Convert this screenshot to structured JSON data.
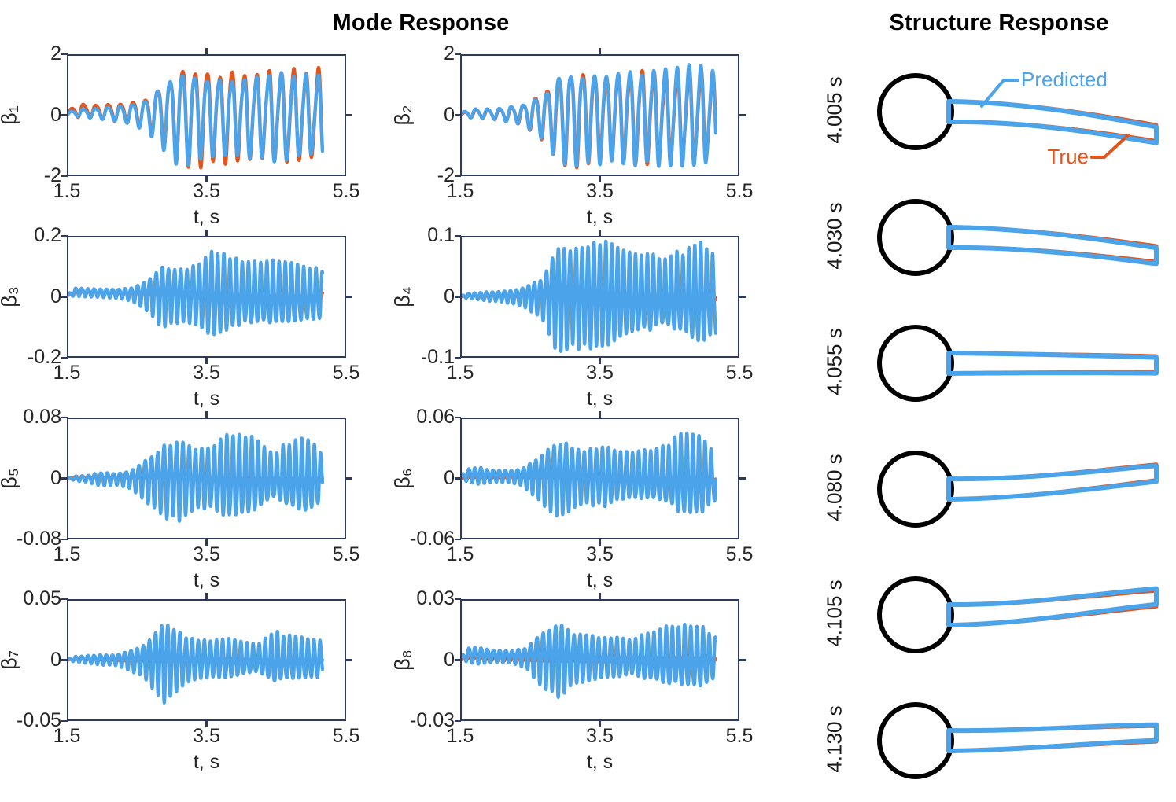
{
  "titles": {
    "mode": "Mode Response",
    "structure": "Structure Response"
  },
  "colors": {
    "predicted": "#4ba3ea",
    "true": "#e2551d",
    "axis": "#2b3a5e",
    "cylinder": "#000000",
    "text": "#262626"
  },
  "legend": {
    "predicted_label": "Predicted",
    "true_label": "True"
  },
  "chart_data": [
    {
      "type": "line",
      "name": "beta1",
      "title": "",
      "ylabel": "β₁",
      "xlabel": "t, s",
      "xlim": [
        1.5,
        5.5
      ],
      "ylim": [
        -2,
        2
      ],
      "xticks": [
        1.5,
        3.5,
        5.5
      ],
      "xticklabels": [
        "1.5",
        "3.5",
        "5.5"
      ],
      "yticks": [
        -2,
        0,
        2
      ],
      "yticklabels": [
        "-2",
        "0",
        "2"
      ],
      "grid": false,
      "legend": "none",
      "data_x_end": 5.18,
      "series": [
        {
          "name": "True",
          "color": "#e2551d",
          "amp_env": [
            0.22,
            0.2,
            0.22,
            0.26,
            0.34,
            0.52,
            1.1,
            1.55,
            1.5,
            1.44,
            1.4,
            1.4,
            1.42,
            1.44,
            1.44,
            1.42,
            1.42
          ],
          "offset": 0.18,
          "freq": 5.6,
          "phase": 0.0
        },
        {
          "name": "Predicted",
          "color": "#4ba3ea",
          "amp_env": [
            0.14,
            0.14,
            0.18,
            0.24,
            0.32,
            0.5,
            1.05,
            1.48,
            1.42,
            1.34,
            1.32,
            1.32,
            1.34,
            1.36,
            1.36,
            1.34,
            1.32
          ],
          "offset": 0.1,
          "freq": 5.6,
          "phase": 0.12
        }
      ]
    },
    {
      "type": "line",
      "name": "beta2",
      "title": "",
      "ylabel": "β₂",
      "xlabel": "t, s",
      "xlim": [
        1.5,
        5.5
      ],
      "ylim": [
        -2,
        2
      ],
      "xticks": [
        1.5,
        3.5,
        5.5
      ],
      "xticklabels": [
        "1.5",
        "3.5",
        "5.5"
      ],
      "yticks": [
        -2,
        0,
        2
      ],
      "yticklabels": [
        "-2",
        "0",
        "2"
      ],
      "grid": false,
      "legend": "none",
      "data_x_end": 5.18,
      "series": [
        {
          "name": "True",
          "color": "#e2551d",
          "amp_env": [
            0.12,
            0.12,
            0.16,
            0.22,
            0.34,
            0.7,
            1.35,
            1.6,
            1.4,
            1.36,
            1.4,
            1.42,
            1.44,
            1.46,
            1.46,
            1.46,
            1.42
          ],
          "offset": 0.06,
          "freq": 5.85,
          "phase": 0.0
        },
        {
          "name": "Predicted",
          "color": "#4ba3ea",
          "amp_env": [
            0.14,
            0.14,
            0.18,
            0.24,
            0.36,
            0.68,
            1.3,
            1.62,
            1.42,
            1.36,
            1.4,
            1.44,
            1.46,
            1.5,
            1.52,
            1.52,
            1.46
          ],
          "offset": 0.08,
          "freq": 5.85,
          "phase": 0.16
        }
      ]
    },
    {
      "type": "line",
      "name": "beta3",
      "title": "",
      "ylabel": "β₃",
      "xlabel": "t, s",
      "xlim": [
        1.5,
        5.5
      ],
      "ylim": [
        -0.2,
        0.2
      ],
      "xticks": [
        1.5,
        3.5,
        5.5
      ],
      "xticklabels": [
        "1.5",
        "3.5",
        "5.5"
      ],
      "yticks": [
        -0.2,
        0,
        0.2
      ],
      "yticklabels": [
        "-0.2",
        "0",
        "0.2"
      ],
      "grid": false,
      "legend": "none",
      "data_x_end": 5.18,
      "series": [
        {
          "name": "True",
          "color": "#e2551d",
          "amp_env": [
            0.006,
            0.006,
            0.007,
            0.008,
            0.01,
            0.012,
            0.018,
            0.02,
            0.018,
            0.016,
            0.014,
            0.013,
            0.012,
            0.012,
            0.011,
            0.011,
            0.01
          ],
          "offset": 0.016,
          "freq": 11.2,
          "phase": 0.0
        },
        {
          "name": "Predicted",
          "color": "#4ba3ea",
          "amp_env": [
            0.012,
            0.014,
            0.013,
            0.015,
            0.02,
            0.055,
            0.105,
            0.085,
            0.095,
            0.135,
            0.12,
            0.1,
            0.095,
            0.1,
            0.09,
            0.085,
            0.075
          ],
          "offset": 0.018,
          "freq": 11.2,
          "phase": 0.35
        }
      ]
    },
    {
      "type": "line",
      "name": "beta4",
      "title": "",
      "ylabel": "β₄",
      "xlabel": "t, s",
      "xlim": [
        1.5,
        5.5
      ],
      "ylim": [
        -0.1,
        0.1
      ],
      "xticks": [
        1.5,
        3.5,
        5.5
      ],
      "xticklabels": [
        "1.5",
        "3.5",
        "5.5"
      ],
      "yticks": [
        -0.1,
        0,
        0.1
      ],
      "yticklabels": [
        "-0.1",
        "0",
        "0.1"
      ],
      "grid": false,
      "legend": "none",
      "data_x_end": 5.18,
      "series": [
        {
          "name": "True",
          "color": "#e2551d",
          "amp_env": [
            0.002,
            0.003,
            0.004,
            0.004,
            0.005,
            0.006,
            0.008,
            0.01,
            0.01,
            0.009,
            0.008,
            0.008,
            0.007,
            0.007,
            0.007,
            0.006,
            0.006
          ],
          "offset": 0.001,
          "freq": 11.6,
          "phase": 0.0
        },
        {
          "name": "Predicted",
          "color": "#4ba3ea",
          "amp_env": [
            0.004,
            0.006,
            0.008,
            0.01,
            0.016,
            0.03,
            0.086,
            0.078,
            0.082,
            0.09,
            0.07,
            0.06,
            0.062,
            0.058,
            0.066,
            0.078,
            0.062
          ],
          "offset": 0.002,
          "freq": 11.6,
          "phase": 0.4
        }
      ]
    },
    {
      "type": "line",
      "name": "beta5",
      "title": "",
      "ylabel": "β₅",
      "xlabel": "t, s",
      "xlim": [
        1.5,
        5.5
      ],
      "ylim": [
        -0.08,
        0.08
      ],
      "xticks": [
        1.5,
        3.5,
        5.5
      ],
      "xticklabels": [
        "1.5",
        "3.5",
        "5.5"
      ],
      "yticks": [
        -0.08,
        0,
        0.08
      ],
      "yticklabels": [
        "-0.08",
        "0",
        "0.08"
      ],
      "grid": false,
      "legend": "none",
      "data_x_end": 5.18,
      "series": [
        {
          "name": "True",
          "color": "#e2551d",
          "amp_env": [
            0.0015,
            0.002,
            0.003,
            0.003,
            0.004,
            0.004,
            0.005,
            0.005,
            0.005,
            0.005,
            0.004,
            0.004,
            0.004,
            0.003,
            0.003,
            0.003,
            0.003
          ],
          "offset": 0.0015,
          "freq": 11.0,
          "phase": 0.0
        },
        {
          "name": "Predicted",
          "color": "#4ba3ea",
          "amp_env": [
            0.002,
            0.004,
            0.008,
            0.008,
            0.012,
            0.028,
            0.046,
            0.05,
            0.038,
            0.04,
            0.056,
            0.052,
            0.04,
            0.03,
            0.042,
            0.048,
            0.03
          ],
          "offset": 0.0,
          "freq": 11.0,
          "phase": 0.25
        }
      ]
    },
    {
      "type": "line",
      "name": "beta6",
      "title": "",
      "ylabel": "β₆",
      "xlabel": "t, s",
      "xlim": [
        1.5,
        5.5
      ],
      "ylim": [
        -0.06,
        0.06
      ],
      "xticks": [
        1.5,
        3.5,
        5.5
      ],
      "xticklabels": [
        "1.5",
        "3.5",
        "5.5"
      ],
      "yticks": [
        -0.06,
        0,
        0.06
      ],
      "yticklabels": [
        "-0.06",
        "0",
        "0.06"
      ],
      "grid": false,
      "legend": "none",
      "data_x_end": 5.18,
      "series": [
        {
          "name": "True",
          "color": "#e2551d",
          "amp_env": [
            0.001,
            0.001,
            0.001,
            0.001,
            0.0015,
            0.0015,
            0.002,
            0.002,
            0.002,
            0.002,
            0.002,
            0.002,
            0.002,
            0.002,
            0.002,
            0.002,
            0.002
          ],
          "offset": 0.0005,
          "freq": 11.4,
          "phase": 0.0
        },
        {
          "name": "Predicted",
          "color": "#4ba3ea",
          "amp_env": [
            0.007,
            0.008,
            0.006,
            0.006,
            0.01,
            0.024,
            0.038,
            0.03,
            0.026,
            0.028,
            0.024,
            0.022,
            0.026,
            0.03,
            0.04,
            0.036,
            0.024
          ],
          "offset": 0.004,
          "freq": 11.4,
          "phase": 0.3
        }
      ]
    },
    {
      "type": "line",
      "name": "beta7",
      "title": "",
      "ylabel": "β₇",
      "xlabel": "t, s",
      "xlim": [
        1.5,
        5.5
      ],
      "ylim": [
        -0.05,
        0.05
      ],
      "xticks": [
        1.5,
        3.5,
        5.5
      ],
      "xticklabels": [
        "1.5",
        "3.5",
        "5.5"
      ],
      "yticks": [
        -0.05,
        0,
        0.05
      ],
      "yticklabels": [
        "-0.05",
        "0",
        "0.05"
      ],
      "grid": false,
      "legend": "none",
      "data_x_end": 5.18,
      "series": [
        {
          "name": "True",
          "color": "#e2551d",
          "amp_env": [
            0.0008,
            0.0008,
            0.001,
            0.001,
            0.001,
            0.001,
            0.0012,
            0.0012,
            0.0012,
            0.0012,
            0.0012,
            0.001,
            0.001,
            0.001,
            0.001,
            0.001,
            0.001
          ],
          "offset": 0.0005,
          "freq": 11.0,
          "phase": 0.0
        },
        {
          "name": "Predicted",
          "color": "#4ba3ea",
          "amp_env": [
            0.002,
            0.003,
            0.004,
            0.005,
            0.008,
            0.016,
            0.034,
            0.022,
            0.016,
            0.014,
            0.018,
            0.014,
            0.012,
            0.02,
            0.018,
            0.016,
            0.014
          ],
          "offset": 0.001,
          "freq": 11.3,
          "phase": 0.2
        }
      ]
    },
    {
      "type": "line",
      "name": "beta8",
      "title": "",
      "ylabel": "β₈",
      "xlabel": "t, s",
      "xlim": [
        1.5,
        5.5
      ],
      "ylim": [
        -0.03,
        0.03
      ],
      "xticks": [
        1.5,
        3.5,
        5.5
      ],
      "xticklabels": [
        "1.5",
        "3.5",
        "5.5"
      ],
      "yticks": [
        -0.03,
        0,
        0.03
      ],
      "yticklabels": [
        "-0.03",
        "0",
        "0.03"
      ],
      "grid": false,
      "legend": "none",
      "data_x_end": 5.18,
      "series": [
        {
          "name": "True",
          "color": "#e2551d",
          "amp_env": [
            0.0006,
            0.0006,
            0.0008,
            0.0008,
            0.0008,
            0.0008,
            0.001,
            0.001,
            0.001,
            0.001,
            0.001,
            0.001,
            0.001,
            0.001,
            0.001,
            0.001,
            0.001
          ],
          "offset": 0.0008,
          "freq": 11.0,
          "phase": 0.0
        },
        {
          "name": "Predicted",
          "color": "#4ba3ea",
          "amp_env": [
            0.003,
            0.004,
            0.003,
            0.003,
            0.005,
            0.012,
            0.018,
            0.012,
            0.01,
            0.01,
            0.009,
            0.009,
            0.012,
            0.014,
            0.015,
            0.014,
            0.011
          ],
          "offset": 0.003,
          "freq": 11.2,
          "phase": 0.45
        }
      ]
    }
  ],
  "structure_frames": [
    {
      "time_label": "4.005 s",
      "predicted": {
        "tip_y": 0.52,
        "curve": 0.62,
        "tip_angle": 0.3
      },
      "true": {
        "tip_y": 0.47,
        "curve": 0.58,
        "tip_angle": 0.28
      },
      "show_annotations": true
    },
    {
      "time_label": "4.030 s",
      "predicted": {
        "tip_y": 0.42,
        "curve": 0.48,
        "tip_angle": 0.2
      },
      "true": {
        "tip_y": 0.37,
        "curve": 0.44,
        "tip_angle": 0.18
      },
      "show_annotations": false
    },
    {
      "time_label": "4.055 s",
      "predicted": {
        "tip_y": 0.04,
        "curve": 0.06,
        "tip_angle": -0.02
      },
      "true": {
        "tip_y": 0.0,
        "curve": 0.04,
        "tip_angle": -0.02
      },
      "show_annotations": false
    },
    {
      "time_label": "4.080 s",
      "predicted": {
        "tip_y": -0.4,
        "curve": -0.36,
        "tip_angle": -0.24
      },
      "true": {
        "tip_y": -0.44,
        "curve": -0.38,
        "tip_angle": -0.26
      },
      "show_annotations": false
    },
    {
      "time_label": "4.105 s",
      "predicted": {
        "tip_y": -0.56,
        "curve": -0.34,
        "tip_angle": -0.4
      },
      "true": {
        "tip_y": -0.5,
        "curve": -0.3,
        "tip_angle": -0.38
      },
      "show_annotations": false
    },
    {
      "time_label": "4.130 s",
      "predicted": {
        "tip_y": -0.3,
        "curve": -0.1,
        "tip_angle": -0.3
      },
      "true": {
        "tip_y": -0.26,
        "curve": -0.08,
        "tip_angle": -0.28
      },
      "show_annotations": false
    }
  ]
}
